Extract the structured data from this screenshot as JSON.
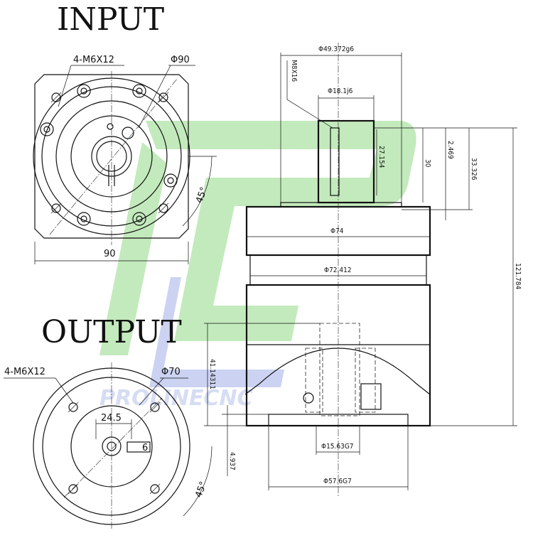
{
  "headings": {
    "input": "INPUT",
    "output": "OUTPUT"
  },
  "watermark": {
    "text": "PROLINECNC",
    "green": "#b9e6b0",
    "blue": "#c2caf0"
  },
  "input_view": {
    "bolt_label": "4-M6X12",
    "diameter_label": "Φ90",
    "width_label": "90",
    "angle_label": "45°"
  },
  "output_view": {
    "bolt_label": "4-M6X12",
    "diameter_label": "Φ70",
    "offset_label": "24.5",
    "key_label": "6",
    "angle_label": "45°"
  },
  "side_view": {
    "flange_dia": "Φ49.372g6",
    "thread": "M8X16",
    "shaft_dia": "Φ18.1j6",
    "shaft_len": "27.154",
    "len_30": "30",
    "len_2469": "2.469",
    "len_33326": "33.326",
    "body_dia_74": "Φ74",
    "body_dia_72412": "Φ72.412",
    "total_len": "121.784",
    "bore_depth": "41.14311",
    "bore_dia": "Φ15.63G7",
    "step_len": "4.937",
    "pilot_dia": "Φ57.6G7"
  }
}
